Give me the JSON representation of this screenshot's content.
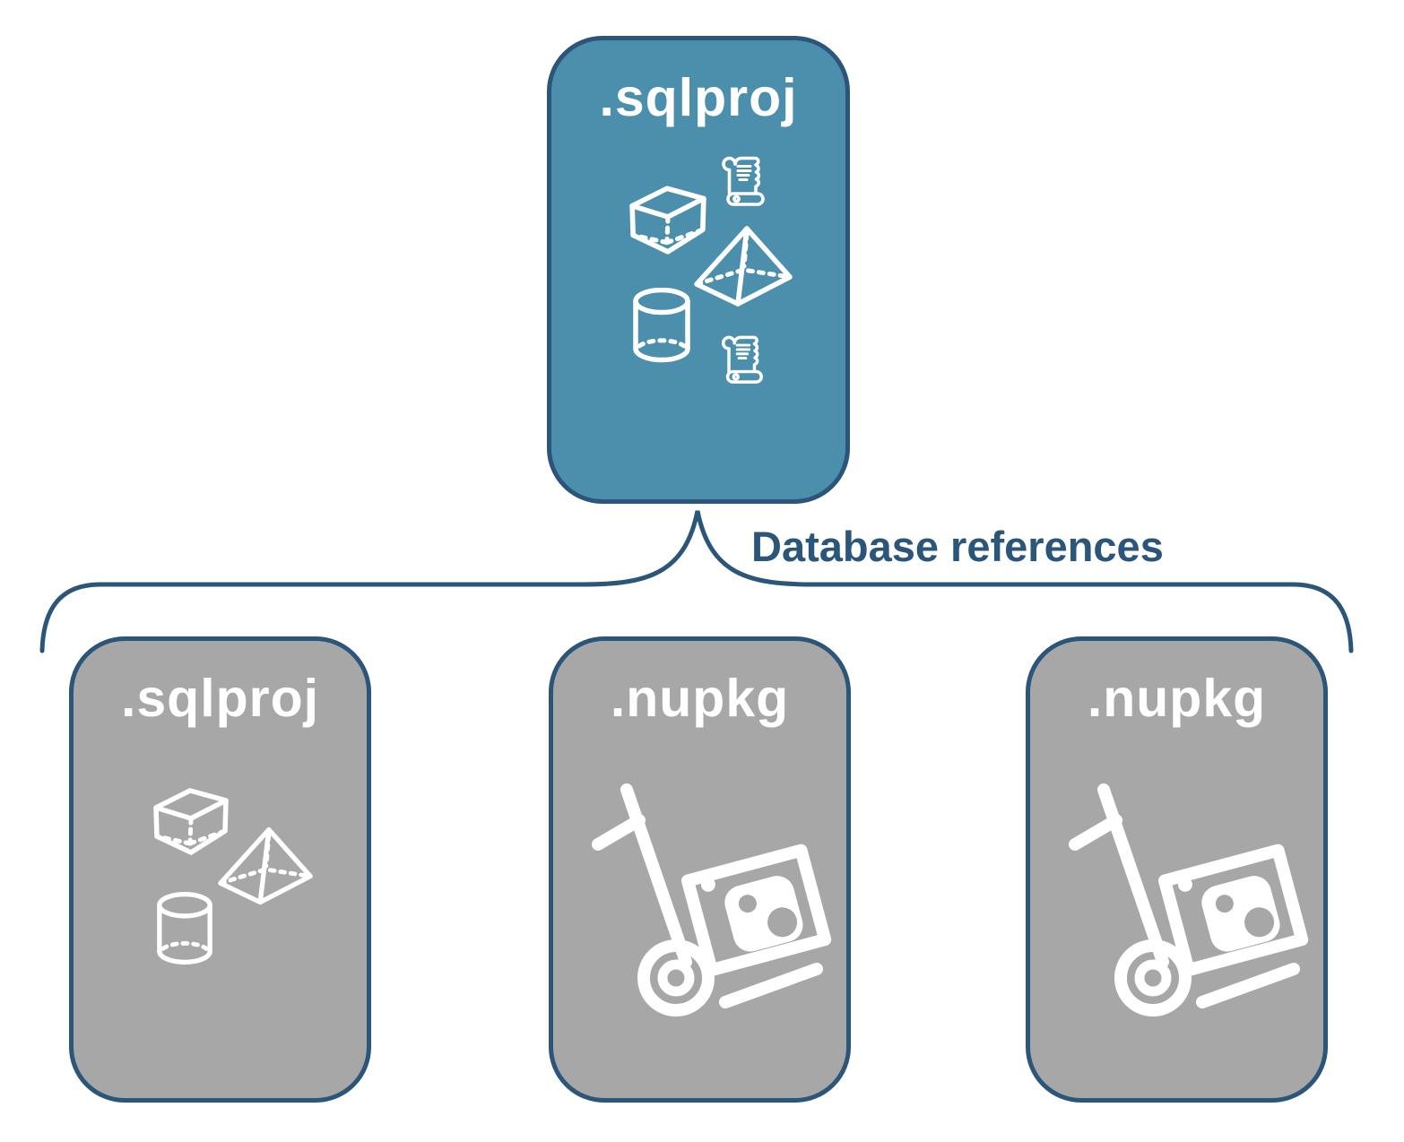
{
  "colors": {
    "accent-fill": "#4B8FAD",
    "gray-fill": "#A7A7A7",
    "outline": "#2B567A",
    "title-color": "#FFFFFF",
    "label-color": "#2B567A",
    "background": "#FFFFFF"
  },
  "root_card": {
    "label": ".sqlproj",
    "icons": [
      "cube-icon",
      "script-scroll-icon",
      "pyramid-icon",
      "cylinder-icon",
      "script-scroll-icon"
    ]
  },
  "connector": {
    "label": "Database references"
  },
  "child_cards": [
    {
      "label": ".sqlproj",
      "icons": [
        "cube-icon",
        "pyramid-icon",
        "cylinder-icon"
      ]
    },
    {
      "label": ".nupkg",
      "icons": [
        "nuget-handtruck-icon"
      ]
    },
    {
      "label": ".nupkg",
      "icons": [
        "nuget-handtruck-icon"
      ]
    }
  ]
}
